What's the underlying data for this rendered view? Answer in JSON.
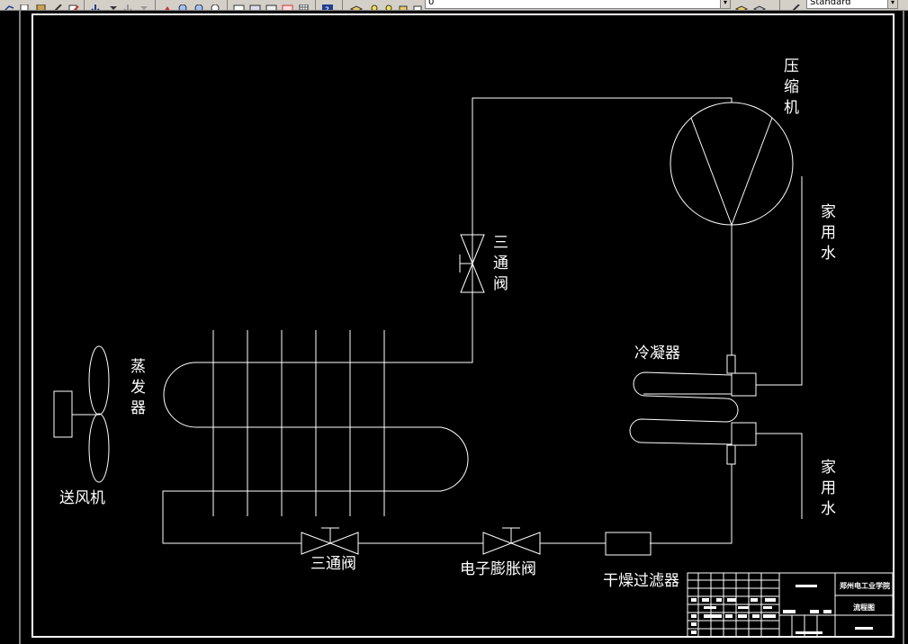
{
  "toolbar": {
    "layer_value": "0",
    "style_value": "Standard"
  },
  "drawing": {
    "compressor": [
      "压",
      "缩",
      "机"
    ],
    "three_way_valve_vertical": [
      "三",
      "通",
      "阀"
    ],
    "household_water_top": [
      "家",
      "用",
      "水"
    ],
    "household_water_bottom": [
      "家",
      "用",
      "水"
    ],
    "condenser": "冷凝器",
    "evaporator": [
      "蒸",
      "发",
      "器"
    ],
    "blower": "送风机",
    "three_way_valve_bottom": "三通阀",
    "electronic_expansion_valve": "电子膨胀阀",
    "dry_filter": "干燥过滤器"
  },
  "title_block": {
    "school": "郑州电工业学院",
    "drawing_name": "流程图"
  }
}
